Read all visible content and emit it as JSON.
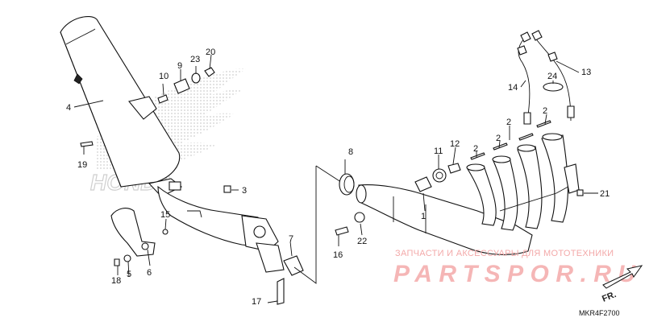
{
  "diagram": {
    "code": "MKR4F2700",
    "direction_label": "FR.",
    "watermark": {
      "caption": "ЗАПЧАСТИ И АКСЕССУАРЫ ДЛЯ МОТОТЕХНИКИ",
      "logo": "PARTSPOR.RU"
    },
    "background_logo": "HONDA"
  },
  "callouts": [
    {
      "id": "c1",
      "label": "1"
    },
    {
      "id": "c2a",
      "label": "2"
    },
    {
      "id": "c2b",
      "label": "2"
    },
    {
      "id": "c2c",
      "label": "2"
    },
    {
      "id": "c2d",
      "label": "2"
    },
    {
      "id": "c3",
      "label": "3"
    },
    {
      "id": "c4",
      "label": "4"
    },
    {
      "id": "c5",
      "label": "5"
    },
    {
      "id": "c6",
      "label": "6"
    },
    {
      "id": "c7",
      "label": "7"
    },
    {
      "id": "c8",
      "label": "8"
    },
    {
      "id": "c9",
      "label": "9"
    },
    {
      "id": "c10",
      "label": "10"
    },
    {
      "id": "c11",
      "label": "11"
    },
    {
      "id": "c12",
      "label": "12"
    },
    {
      "id": "c13",
      "label": "13"
    },
    {
      "id": "c14",
      "label": "14"
    },
    {
      "id": "c15",
      "label": "15"
    },
    {
      "id": "c16",
      "label": "16"
    },
    {
      "id": "c17",
      "label": "17"
    },
    {
      "id": "c18",
      "label": "18"
    },
    {
      "id": "c19",
      "label": "19"
    },
    {
      "id": "c20",
      "label": "20"
    },
    {
      "id": "c21",
      "label": "21"
    },
    {
      "id": "c22",
      "label": "22"
    },
    {
      "id": "c23",
      "label": "23"
    },
    {
      "id": "c24",
      "label": "24"
    }
  ]
}
